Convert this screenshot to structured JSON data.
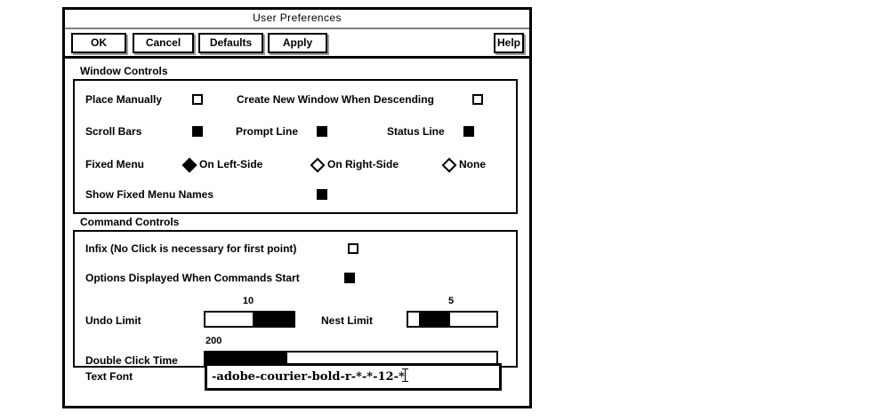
{
  "window": {
    "title": "User Preferences"
  },
  "buttons": {
    "ok": "OK",
    "cancel": "Cancel",
    "defaults": "Defaults",
    "apply": "Apply",
    "help": "Help"
  },
  "window_controls": {
    "group_label": "Window Controls",
    "place_manually": {
      "label": "Place Manually",
      "checked": false
    },
    "create_new_window": {
      "label": "Create New Window When Descending",
      "checked": false
    },
    "scroll_bars": {
      "label": "Scroll Bars",
      "checked": true
    },
    "prompt_line": {
      "label": "Prompt Line",
      "checked": true
    },
    "status_line": {
      "label": "Status Line",
      "checked": true
    },
    "fixed_menu": {
      "label": "Fixed Menu",
      "selected": "On Left-Side",
      "options": [
        "On Left-Side",
        "On Right-Side",
        "None"
      ]
    },
    "show_fixed_menu_names": {
      "label": "Show Fixed Menu Names",
      "checked": true
    }
  },
  "command_controls": {
    "group_label": "Command Controls",
    "infix": {
      "label": "Infix (No Click is necessary for first point)",
      "checked": false
    },
    "options_displayed": {
      "label": "Options Displayed When Commands Start",
      "checked": true
    },
    "undo_limit": {
      "label": "Undo Limit",
      "value": "10",
      "fill_start_pct": 54,
      "fill_width_pct": 46
    },
    "nest_limit": {
      "label": "Nest Limit",
      "value": "5",
      "fill_start_pct": 12,
      "fill_width_pct": 35
    },
    "double_click_time": {
      "label": "Double Click Time",
      "value": "200",
      "fill_start_pct": 0,
      "fill_width_pct": 28
    }
  },
  "text_font": {
    "label": "Text Font",
    "value": "-adobe-courier-bold-r-*-*-12-*"
  },
  "colors": {
    "foreground": "#000000",
    "background": "#ffffff",
    "separator": "#808080",
    "button_shadow": "#9a9a9a"
  }
}
